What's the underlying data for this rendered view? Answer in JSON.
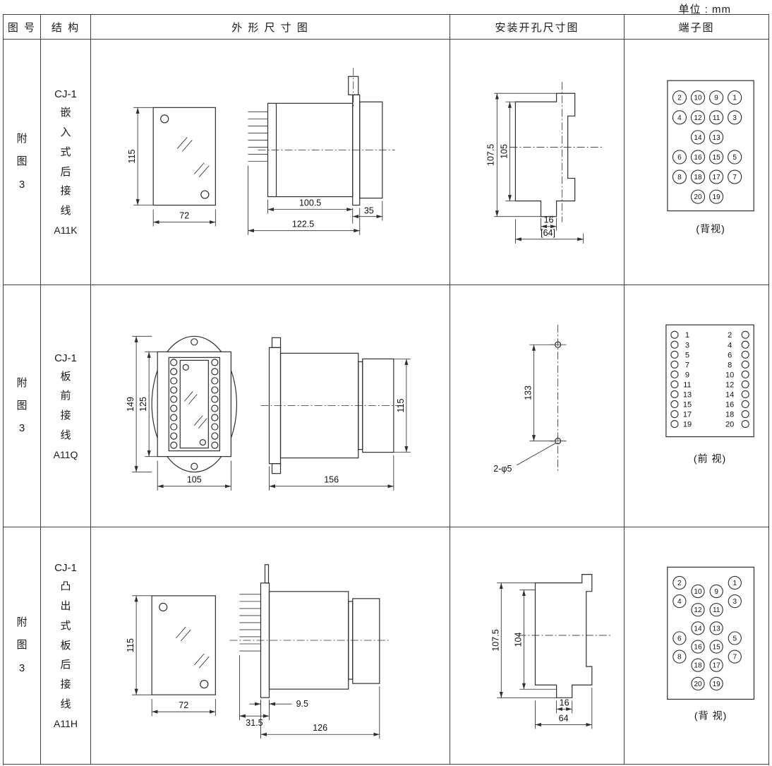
{
  "unit_label": "单位 : mm",
  "header": {
    "fig": "图 号",
    "structure": "结 构",
    "outline": "外 形 尺 寸 图",
    "install": "安装开孔尺寸图",
    "terminal": "端子图"
  },
  "rows": [
    {
      "fig_no": "附\n图\n3",
      "structure": {
        "series": "CJ-1",
        "mount": "嵌\n入\n式\n后\n接\n线",
        "model": "A11K"
      },
      "outline": {
        "front_height": "115",
        "front_width": "72",
        "body_length": "100.5",
        "total_length": "122.5",
        "rear_length": "35"
      },
      "install": {
        "outer_height": "107.5",
        "inner_height": "105",
        "slot_width": "16",
        "bracket_width": "[64]"
      },
      "terminal": {
        "view": "(背视)",
        "grid": [
          [
            "2",
            "10",
            "9",
            "1"
          ],
          [
            "4",
            "12",
            "11",
            "3"
          ],
          [
            "",
            "14",
            "13",
            ""
          ],
          [
            "6",
            "16",
            "15",
            "5"
          ],
          [
            "8",
            "18",
            "17",
            "7"
          ],
          [
            "",
            "20",
            "19",
            ""
          ]
        ]
      }
    },
    {
      "fig_no": "附\n图\n3",
      "structure": {
        "series": "CJ-1",
        "mount": "板\n前\n接\n线",
        "model": "A11Q"
      },
      "outline": {
        "outer_height": "149",
        "inner_height": "125",
        "front_width": "105",
        "side_length": "156",
        "side_height": "115"
      },
      "install": {
        "hole_spacing": "133",
        "hole_label": "2-φ5"
      },
      "terminal": {
        "view": "(前 视)",
        "pairs": [
          [
            "1",
            "2"
          ],
          [
            "3",
            "4"
          ],
          [
            "5",
            "6"
          ],
          [
            "7",
            "8"
          ],
          [
            "9",
            "10"
          ],
          [
            "11",
            "12"
          ],
          [
            "13",
            "14"
          ],
          [
            "15",
            "16"
          ],
          [
            "17",
            "18"
          ],
          [
            "19",
            "20"
          ]
        ]
      }
    },
    {
      "fig_no": "附\n图\n3",
      "structure": {
        "series": "CJ-1",
        "mount": "凸\n出\n式\n板\n后\n接\n线",
        "model": "A11H"
      },
      "outline": {
        "front_height": "115",
        "front_width": "72",
        "pin_section": "31.5",
        "pin_length": "9.5",
        "body_length": "126"
      },
      "install": {
        "outer_height": "107.5",
        "inner_height": "104",
        "slot_width": "16",
        "bottom_width": "64"
      },
      "terminal": {
        "view": "(背 视)",
        "stagger": true,
        "grid": [
          [
            "2",
            "10",
            "9",
            "1"
          ],
          [
            "4",
            "12",
            "11",
            "3"
          ],
          [
            "",
            "14",
            "13",
            ""
          ],
          [
            "6",
            "16",
            "15",
            "5"
          ],
          [
            "8",
            "18",
            "17",
            "7"
          ],
          [
            "",
            "20",
            "19",
            ""
          ]
        ]
      }
    }
  ]
}
